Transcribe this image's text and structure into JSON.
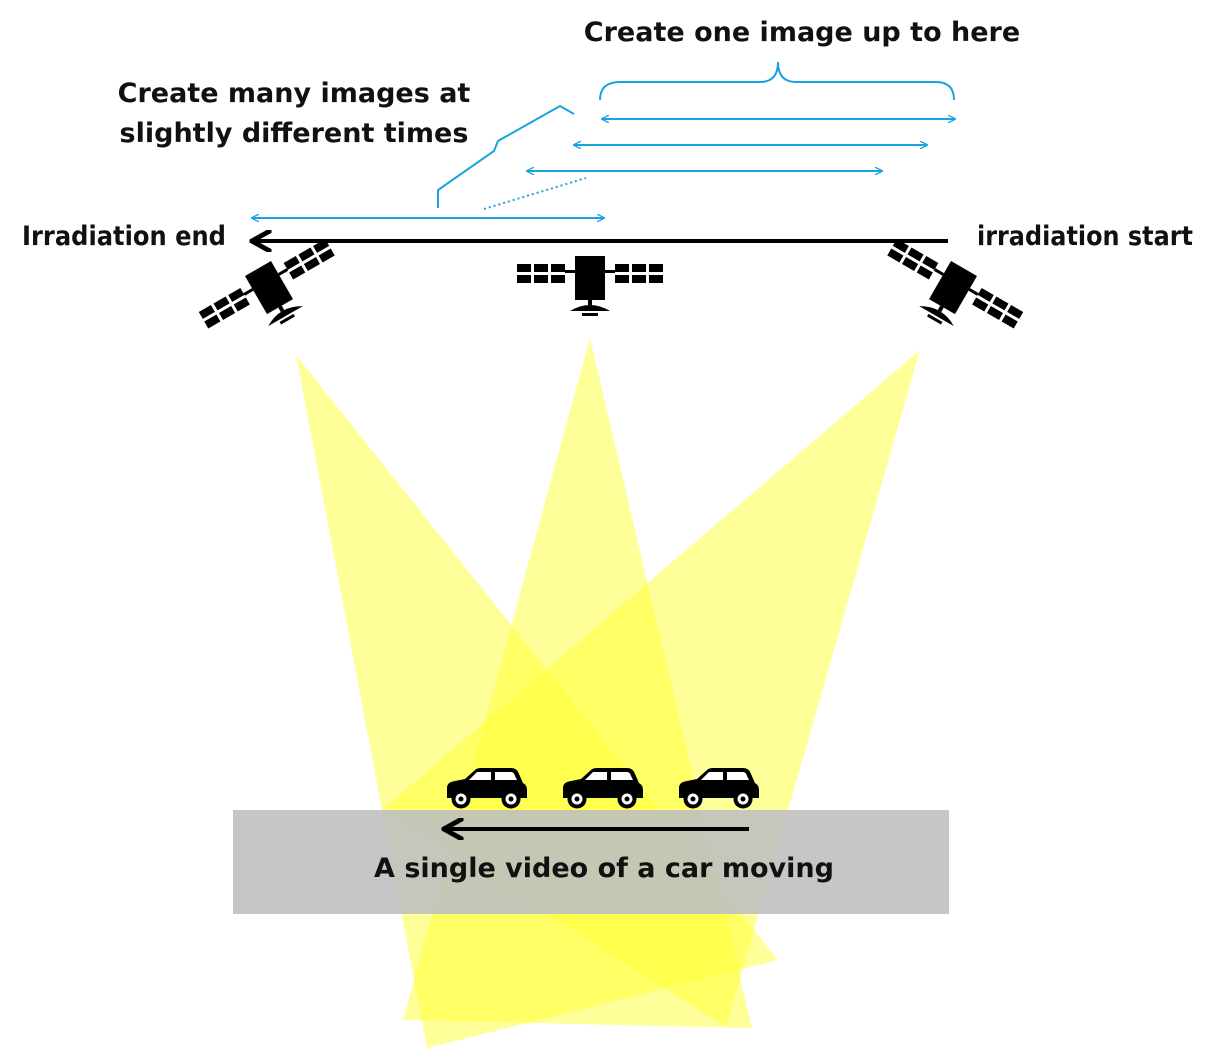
{
  "labels": {
    "create_one_image": "Create one image up to here",
    "create_many_line1": "Create many images at",
    "create_many_line2": "slightly different times",
    "irradiation_end": "Irradiation end",
    "irradiation_start": "irradiation start",
    "video_caption": "A single video of a car moving"
  },
  "colors": {
    "beam": "#FFFF33",
    "bracket": "#1AA3E0",
    "road": "#C0C0C0",
    "ink": "#000000"
  },
  "icons": {
    "satellite": "satellite-icon",
    "car": "car-icon"
  }
}
